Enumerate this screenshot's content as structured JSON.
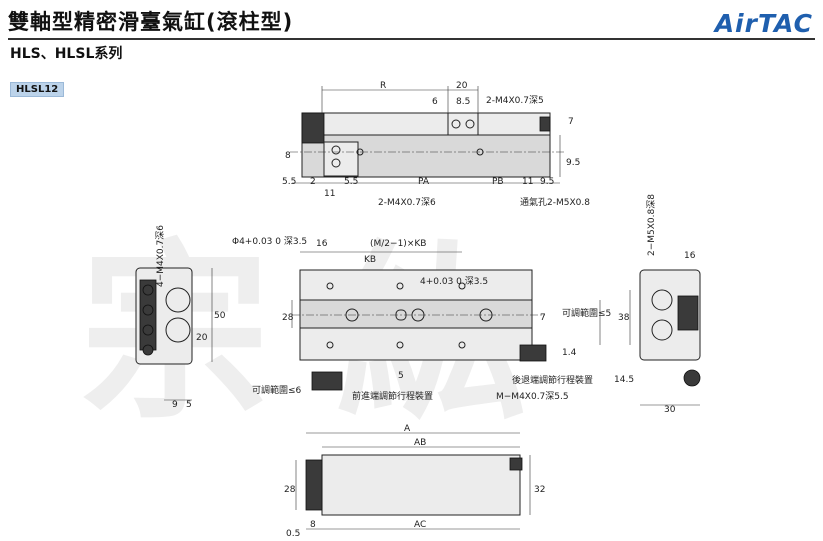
{
  "header": {
    "title": "雙軸型精密滑臺氣缸(滾柱型)",
    "subtitle": "HLS、HLSL系列",
    "logo": "AirTAC",
    "model": "HLSL12"
  },
  "watermark": "宗 紘",
  "labels": {
    "R": "R",
    "d20_top": "20",
    "d6": "6",
    "d8_5": "8.5",
    "m4_top": "2-M4X0.7深5",
    "d7": "7",
    "d8": "8",
    "d5_5": "5.5",
    "d2": "2",
    "d5_5b": "5.5",
    "PA": "PA",
    "PB": "PB",
    "d11": "11",
    "d9_5": "9.5",
    "d9_5v": "9.5",
    "d11b": "11",
    "m4_depth6": "2-M4X0.7深6",
    "air_port": "通氣孔2-M5X0.8",
    "phi4": "Φ4+0.03 0 深3.5",
    "d16": "16",
    "m2kb": "(M/2−1)×KB",
    "KB": "KB",
    "hole4": "4+0.03 0 深3.5",
    "d28": "28",
    "d5": "5",
    "d7b": "7",
    "d1_4": "1.4",
    "adj5": "可調範圍≤5",
    "rear_adj": "後退端調節行程裝置",
    "m4_55": "M−M4X0.7深5.5",
    "adj6": "可調範圍≤6",
    "front_adj": "前進端調節行程裝置",
    "left_m4": "4−M4X0.7深6",
    "d20": "20",
    "d50": "50",
    "d9": "9",
    "d5c": "5",
    "right_m5": "2−M5X0.8深8",
    "d16r": "16",
    "d38": "38",
    "d14_5": "14.5",
    "d30": "30",
    "A": "A",
    "AB": "AB",
    "d28b": "28",
    "d32": "32",
    "d0_5": "0.5",
    "d8b": "8",
    "AC": "AC"
  }
}
